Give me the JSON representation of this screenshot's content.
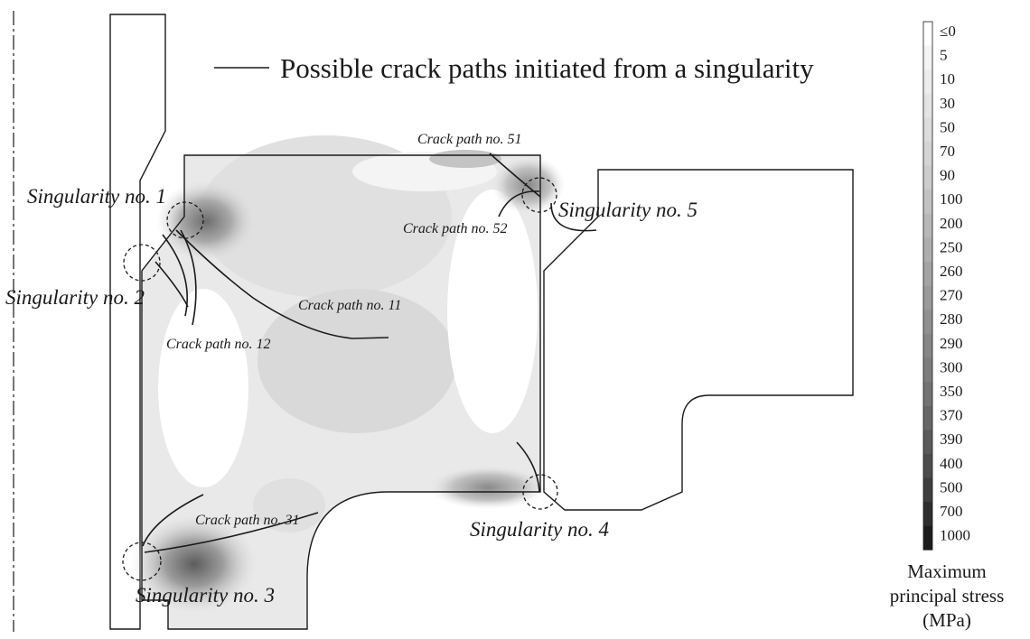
{
  "legend": {
    "text": "Possible crack paths initiated from a singularity"
  },
  "singularities": [
    {
      "id": "1",
      "label": "Singularity no. 1"
    },
    {
      "id": "2",
      "label": "Singularity no. 2"
    },
    {
      "id": "3",
      "label": "Singularity no. 3"
    },
    {
      "id": "4",
      "label": "Singularity no. 4"
    },
    {
      "id": "5",
      "label": "Singularity no. 5"
    }
  ],
  "crack_paths": [
    {
      "id": "11",
      "label": "Crack path no. 11"
    },
    {
      "id": "12",
      "label": "Crack path no. 12"
    },
    {
      "id": "31",
      "label": "Crack path no. 31"
    },
    {
      "id": "51",
      "label": "Crack path no. 51"
    },
    {
      "id": "52",
      "label": "Crack path no. 52"
    }
  ],
  "colorbar": {
    "title_lines": [
      "Maximum",
      "principal stress",
      "(MPa)"
    ],
    "ticks": [
      "≤0",
      "5",
      "10",
      "30",
      "50",
      "70",
      "90",
      "100",
      "200",
      "250",
      "260",
      "270",
      "280",
      "290",
      "300",
      "350",
      "370",
      "390",
      "400",
      "500",
      "700",
      "1000"
    ],
    "colors": [
      "#ffffff",
      "#f4f4f4",
      "#ececec",
      "#e4e4e4",
      "#dcdcdc",
      "#d4d4d4",
      "#cccccc",
      "#c2c2c2",
      "#b8b8b8",
      "#aeaeae",
      "#a4a4a4",
      "#9a9a9a",
      "#909090",
      "#868686",
      "#7c7c7c",
      "#727272",
      "#666666",
      "#5a5a5a",
      "#4c4c4c",
      "#3e3e3e",
      "#2e2e2e",
      "#1c1c1c"
    ]
  }
}
